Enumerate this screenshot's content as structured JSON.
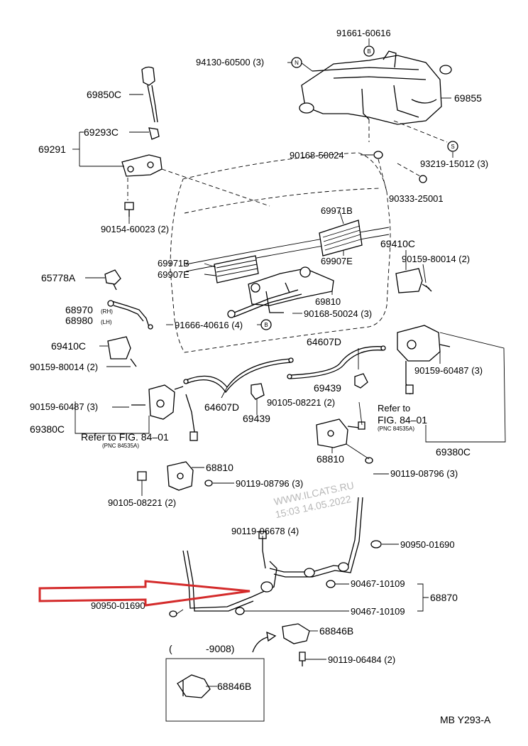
{
  "labels": {
    "p91661": "91661-60616",
    "p94130": "94130-60500 (3)",
    "p69850C": "69850C",
    "p69855": "69855",
    "p69293C": "69293C",
    "p69291": "69291",
    "p90168a": "90168-50024",
    "p93219": "93219-15012 (3)",
    "p90333": "90333-25001",
    "p90154": "90154-60023 (2)",
    "p69971B_r": "69971B",
    "p69971B_l": "69971B",
    "p69907E_r": "69907E",
    "p69907E_l": "69907E",
    "p69410C_r": "69410C",
    "p90159_80014_r": "90159-80014 (2)",
    "p65778A": "65778A",
    "p69810": "69810",
    "p68970": "68970",
    "p68970_sub": "(RH)",
    "p68980": "68980",
    "p68980_sub": "(LH)",
    "p90168b": "90168-50024 (3)",
    "p91666": "91666-40616 (4)",
    "p64607D_r": "64607D",
    "p69410C_l": "69410C",
    "p90159_80014_l": "90159-80014 (2)",
    "p90159_60487_r": "90159-60487 (3)",
    "p69439_r": "69439",
    "p90105_r": "90105-08221 (2)",
    "refer_r_1": "Refer to",
    "refer_r_2": "FIG. 84–01",
    "refer_r_pnc": "(PNC 84535A)",
    "p90159_60487_l": "90159-60487 (3)",
    "p64607D_l": "64607D",
    "p69439_l": "69439",
    "p68810_r": "68810",
    "p69380C_l": "69380C",
    "refer_l": "Refer to FIG. 84–01",
    "refer_l_pnc": "(PNC 84535A)",
    "p69380C_r": "69380C",
    "p68810_l": "68810",
    "p90119_08796_r": "90119-08796 (3)",
    "p90119_08796_l": "90119-08796 (3)",
    "p90105_l": "90105-08221 (2)",
    "p90119_06678": "90119-06678 (4)",
    "p90950_r": "90950-01690",
    "p90467_a": "90467-10109",
    "p68870": "68870",
    "p90950_l": "90950-01690",
    "p90467_b": "90467-10109",
    "p68846B_r": "68846B",
    "paren_open": "(",
    "paren_date": "-9008)",
    "p90119_06484": "90119-06484 (2)",
    "p68846B_l": "68846B",
    "footer_code": "MB  Y293-A"
  },
  "callout_letters": {
    "b_top": "B",
    "n": "N",
    "s": "S",
    "b_mid": "B"
  },
  "watermark": {
    "line1": "WWW.ILCATS.RU",
    "line2": "15:03 14.05.2022"
  },
  "colors": {
    "arrow": "#d42b2b",
    "ink": "#000000",
    "watermark": "#b8b8b8"
  }
}
